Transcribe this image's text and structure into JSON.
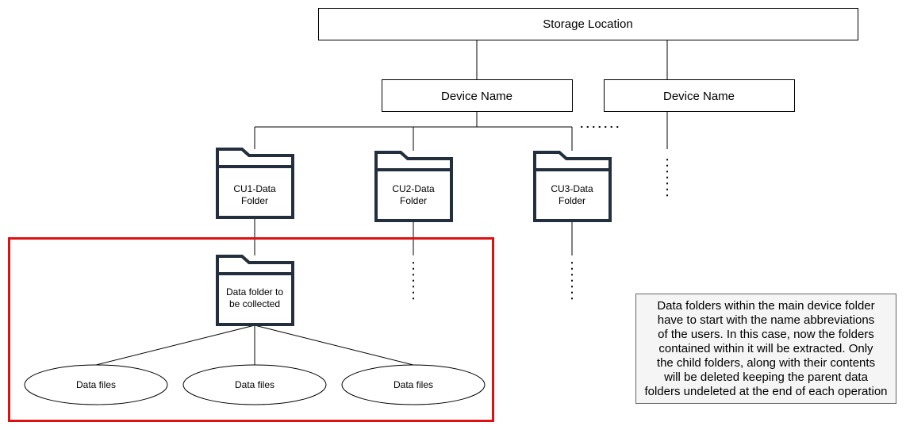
{
  "diagram": {
    "root": {
      "label": "Storage Location"
    },
    "devices": [
      {
        "label": "Device Name"
      },
      {
        "label": "Device Name"
      }
    ],
    "folders": [
      {
        "line1": "CU1-Data",
        "line2": "Folder"
      },
      {
        "line1": "CU2-Data",
        "line2": "Folder"
      },
      {
        "line1": "CU3-Data",
        "line2": "Folder"
      }
    ],
    "collected_folder": {
      "line1": "Data folder to",
      "line2": "be collected"
    },
    "files": [
      {
        "label": "Data files"
      },
      {
        "label": "Data files"
      },
      {
        "label": "Data files"
      }
    ],
    "note": "Data folders within the main device folder\nhave to start with the name abbreviations\nof the users. In this case, now the folders\ncontained within it will be extracted. Only\nthe child folders, along with their contents\nwill be deleted keeping the parent data\nfolders undeleted at the end of each operation",
    "colors": {
      "stroke": "#000000",
      "folder_stroke": "#232f3e",
      "highlight": "#dd1111",
      "note_bg": "#f5f5f5"
    }
  }
}
